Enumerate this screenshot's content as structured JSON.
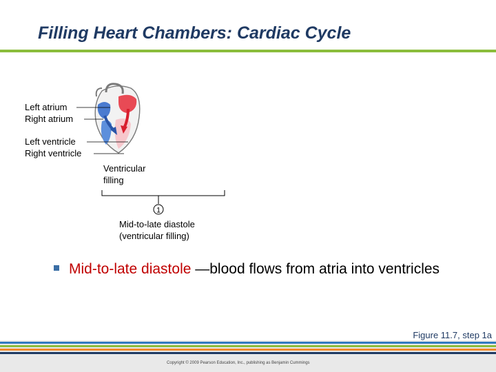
{
  "slide": {
    "title": "Filling Heart Chambers: Cardiac Cycle",
    "labels": {
      "left_atrium": "Left atrium",
      "right_atrium": "Right atrium",
      "left_ventricle": "Left ventricle",
      "right_ventricle": "Right ventricle"
    },
    "phase_label_line1": "Ventricular",
    "phase_label_line2": "filling",
    "step_number": "1",
    "step_desc_line1": "Mid-to-late diastole",
    "step_desc_line2": "(ventricular filling)",
    "bullet_highlight": "Mid-to-late diastole ",
    "bullet_rest": "—blood flows from atria into ventricles",
    "figure_caption": "Figure 11.7, step 1a",
    "copyright": "Copyright © 2009 Pearson Education, Inc., publishing as Benjamin Cummings"
  },
  "colors": {
    "title": "#1f3a63",
    "rule": "#8bbd3c",
    "highlight": "#c00000",
    "oxygenated": "#e84a55",
    "deoxygenated": "#4a7bd0",
    "footer_stripes": [
      "#e9e9e9",
      "#2f7ac0",
      "#8bbd3c",
      "#f08a2a",
      "#1f3a63"
    ]
  }
}
